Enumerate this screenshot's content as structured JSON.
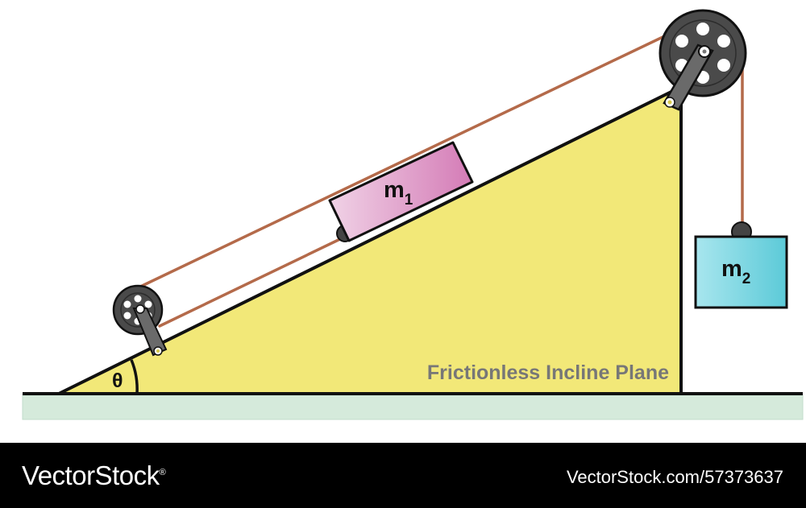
{
  "diagram": {
    "mass_1": {
      "symbol": "m",
      "subscript": "1"
    },
    "mass_2": {
      "symbol": "m",
      "subscript": "2"
    },
    "angle_label": "θ",
    "plane_label": "Frictionless Incline Plane"
  },
  "colors": {
    "incline_fill": "#f2e878",
    "ground_fill": "#d5eadb",
    "rope": "#b46a4a",
    "pulley": "#4a4a4a",
    "mass_1_fill": "#d981bb",
    "mass_2_fill": "#6cd0dc",
    "plane_label_text": "#777777"
  },
  "icons": [
    "pulley-icon",
    "pulley-icon",
    "hook-icon",
    "hook-icon"
  ],
  "footer": {
    "brand": "VectorStock",
    "registered": "®",
    "url": "VectorStock.com/57373637"
  }
}
